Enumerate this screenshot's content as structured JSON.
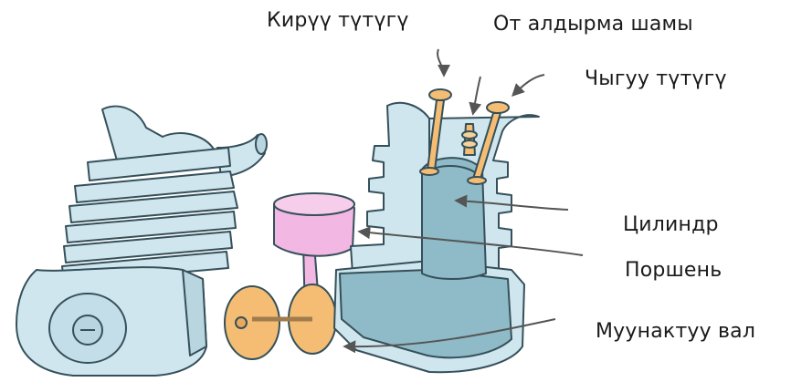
{
  "labels": {
    "intake_valve": "Кирүү түтүгү",
    "spark_plug": "От алдырма шамы",
    "exhaust_valve": "Чыгуу түтүгү",
    "cylinder": "Цилиндр",
    "piston": "Поршень",
    "crankshaft": "Муунактуу вал"
  },
  "colors": {
    "engine_body": "#cfe6ee",
    "engine_outline": "#35505a",
    "piston": "#f2b7e2",
    "crank": "#f4bd73",
    "cylinder_inner": "#8fbac7",
    "arrow": "#555555"
  }
}
